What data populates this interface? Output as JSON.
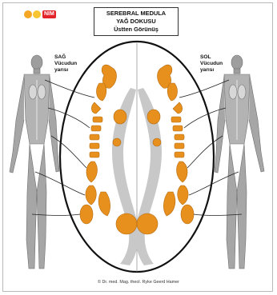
{
  "logo": {
    "text": "NIM",
    "dot_colors": [
      "#f5a623",
      "#f7c531",
      "#e2232a"
    ]
  },
  "title": {
    "line1": "SEREBRAL MEDULA",
    "line2": "YAĞ DOKUSU",
    "line3": "Üstten Görünüş"
  },
  "left_label": {
    "line1": "SAĞ",
    "line2": "Vücudun",
    "line3": "yarısı"
  },
  "right_label": {
    "line1": "SOL",
    "line2": "Vücudun",
    "line3": "yarısı"
  },
  "credit": "© Dr. med. Mag. theol. Ryke Geerd Hamer",
  "colors": {
    "relay_orange": "#e8901e",
    "ventricle_gray": "#c8c8c8",
    "outline": "#111111"
  }
}
